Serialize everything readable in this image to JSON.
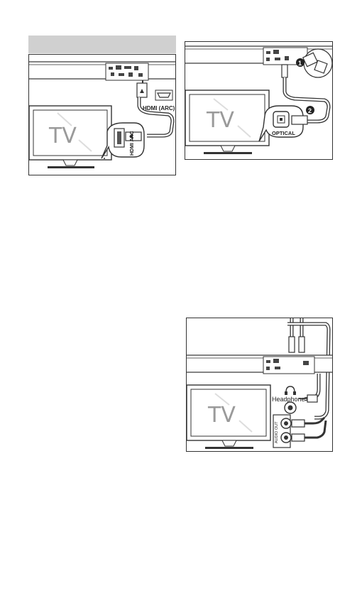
{
  "page": {
    "header_bar_color": "#d0d0d0",
    "panel_hdmi": {
      "tv_label": "TV",
      "port_label": "HDMI (ARC)",
      "tv_port_label": "HDMI ARC"
    },
    "panel_optical": {
      "tv_label": "TV",
      "port_label": "OPTICAL",
      "step_1": "1",
      "step_2": "2"
    },
    "panel_aux": {
      "tv_label": "TV",
      "headphone_label": "Headphone",
      "audio_out_label": "AUDIO OUT"
    }
  }
}
